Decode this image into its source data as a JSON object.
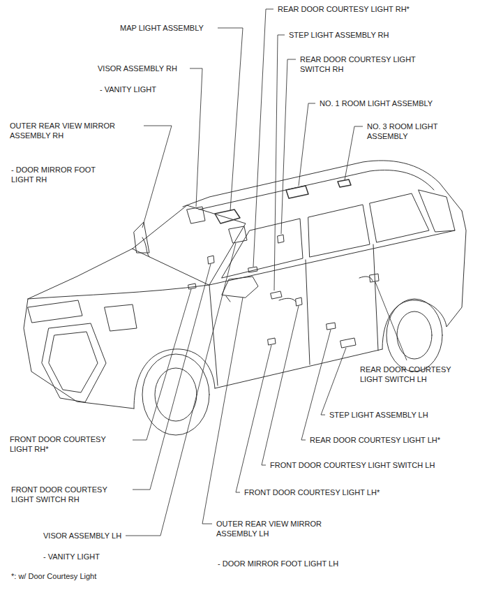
{
  "diagram": {
    "labels": [
      "REAR DOOR COURTESY LIGHT RH*",
      "MAP LIGHT ASSEMBLY",
      "STEP LIGHT ASSEMBLY RH",
      "REAR DOOR COURTESY LIGHT SWITCH RH",
      "VISOR ASSEMBLY RH",
      "- VANITY LIGHT",
      "NO. 1 ROOM LIGHT ASSEMBLY",
      "OUTER REAR VIEW MIRROR ASSEMBLY RH",
      "NO. 3 ROOM LIGHT ASSEMBLY",
      "- DOOR MIRROR FOOT LIGHT RH",
      "REAR DOOR COURTESY LIGHT SWITCH LH",
      "STEP LIGHT ASSEMBLY LH",
      "FRONT DOOR COURTESY LIGHT RH*",
      "REAR DOOR COURTESY LIGHT LH*",
      "FRONT DOOR COURTESY LIGHT SWITCH LH",
      "FRONT DOOR COURTESY LIGHT SWITCH RH",
      "FRONT DOOR COURTESY LIGHT LH*",
      "OUTER REAR VIEW MIRROR ASSEMBLY LH",
      "VISOR ASSEMBLY LH",
      "- VANITY LIGHT",
      "- DOOR MIRROR FOOT LIGHT LH",
      "*: w/ Door Courtesy Light"
    ]
  }
}
